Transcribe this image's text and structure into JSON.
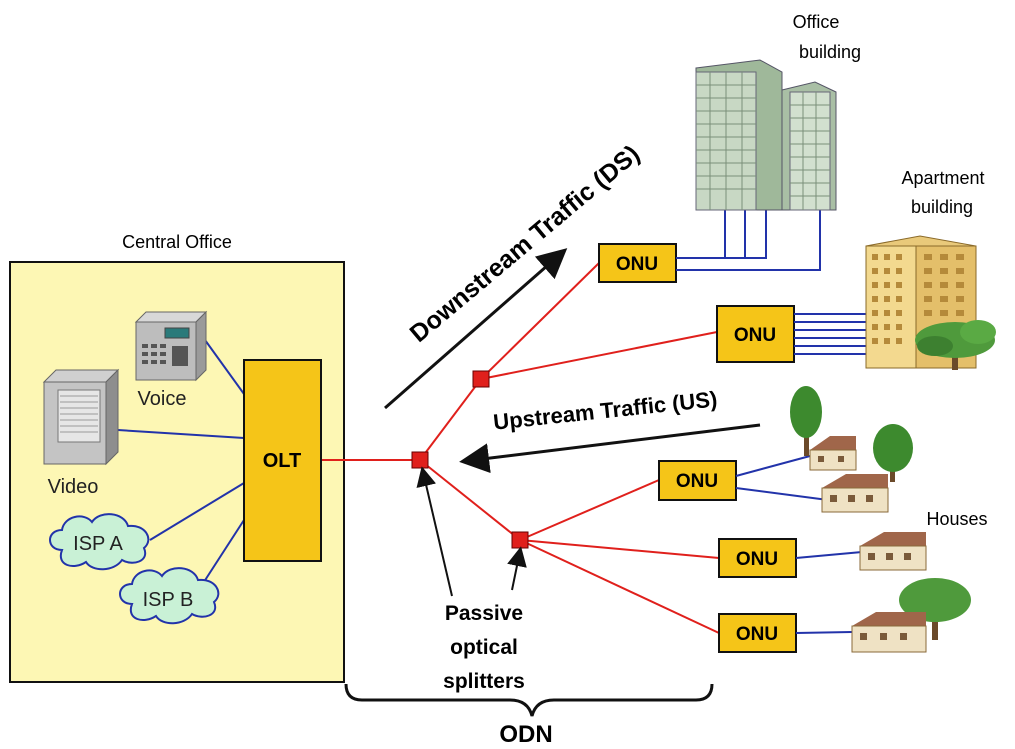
{
  "labels": {
    "central_office": "Central Office",
    "voice": "Voice",
    "video": "Video",
    "isp_a": "ISP A",
    "isp_b": "ISP B",
    "olt": "OLT",
    "onu": "ONU",
    "downstream": "Downstream Traffic (DS)",
    "upstream": "Upstream Traffic (US)",
    "office_line1": "Office",
    "office_line2": "building",
    "apartment_line1": "Apartment",
    "apartment_line2": "building",
    "houses": "Houses",
    "splitters_line1": "Passive",
    "splitters_line2": "optical",
    "splitters_line3": "splitters",
    "odn": "ODN"
  },
  "colors": {
    "office_bg": "#fdf7b4",
    "box_fill": "#f5c518",
    "fiber": "#e0201c",
    "copper": "#2233aa",
    "cloud": "#c9f1d6"
  },
  "icons": [
    "server-icon",
    "voice-switch-icon",
    "cloud-icon",
    "office-building-icon",
    "apartment-building-icon",
    "house-icon",
    "tree-icon"
  ]
}
